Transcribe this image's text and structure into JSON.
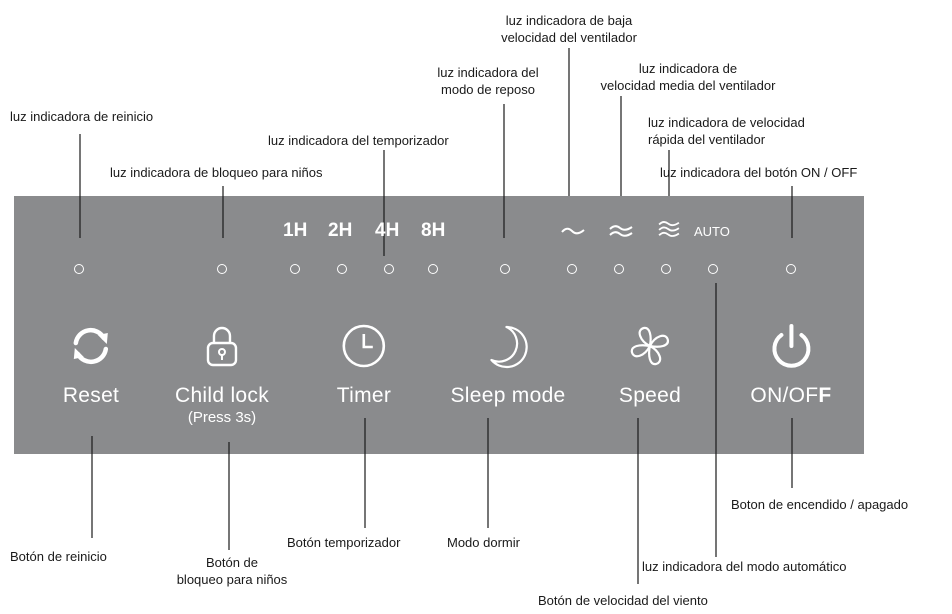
{
  "panel": {
    "timer_labels": [
      "1H",
      "2H",
      "4H",
      "8H"
    ],
    "auto_label": "AUTO",
    "speed_glyph_icons": [
      "wave-low-icon",
      "wave-medium-icon",
      "wave-high-icon"
    ],
    "buttons": {
      "reset": "Reset",
      "child_lock": "Child lock",
      "child_lock_note": "(Press 3s)",
      "timer": "Timer",
      "sleep": "Sleep mode",
      "speed": "Speed",
      "power": "ON/OF",
      "power_bold": "F"
    },
    "colors": {
      "panel": "#8a8b8d",
      "foreground": "#ffffff",
      "lines": "#1a1a1a"
    }
  },
  "annotations": {
    "reset_light": "luz indicadora de reinicio",
    "child_lock_light": "luz indicadora de bloqueo para niños",
    "timer_light": "luz indicadora del temporizador",
    "sleep_light_1": "luz indicadora del",
    "sleep_light_2": "modo de reposo",
    "low_speed_light_1": "luz indicadora de baja",
    "low_speed_light_2": "velocidad del ventilador",
    "mid_speed_light_1": "luz indicadora de",
    "mid_speed_light_2": "velocidad media del ventilador",
    "high_speed_light_1": "luz indicadora de velocidad",
    "high_speed_light_2": "rápida del ventilador",
    "power_light": "luz indicadora del botón ON / OFF",
    "reset_button": "Botón de reinicio",
    "child_lock_button_1": "Botón de",
    "child_lock_button_2": "bloqueo para niños",
    "timer_button": "Botón temporizador",
    "sleep_button": "Modo dormir",
    "power_button": "Boton de encendido / apagado",
    "auto_light": "luz indicadora del modo automático",
    "speed_button": "Botón de velocidad del viento"
  }
}
